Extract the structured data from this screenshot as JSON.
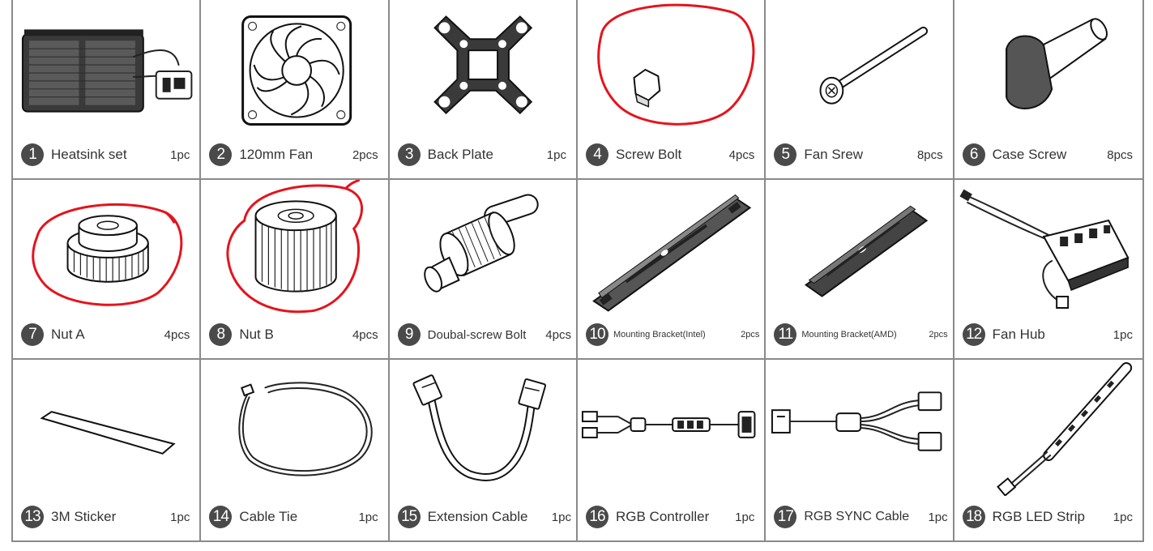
{
  "parts": [
    {
      "num": "1",
      "name": "Heatsink set",
      "qty": "1pc",
      "icon": "heatsink-icon"
    },
    {
      "num": "2",
      "name": "120mm Fan",
      "qty": "2pcs",
      "icon": "fan-icon"
    },
    {
      "num": "3",
      "name": "Back Plate",
      "qty": "1pc",
      "icon": "back-plate-icon"
    },
    {
      "num": "4",
      "name": "Screw Bolt",
      "qty": "4pcs",
      "icon": "screw-bolt-icon",
      "circled": true
    },
    {
      "num": "5",
      "name": "Fan Srew",
      "qty": "8pcs",
      "icon": "fan-screw-icon"
    },
    {
      "num": "6",
      "name": "Case Screw",
      "qty": "8pcs",
      "icon": "case-screw-icon"
    },
    {
      "num": "7",
      "name": "Nut A",
      "qty": "4pcs",
      "icon": "nut-a-icon",
      "circled": true
    },
    {
      "num": "8",
      "name": "Nut B",
      "qty": "4pcs",
      "icon": "nut-b-icon",
      "circled": true
    },
    {
      "num": "9",
      "name": "Doubal-screw Bolt",
      "qty": "4pcs",
      "icon": "double-screw-bolt-icon"
    },
    {
      "num": "10",
      "name": "Mounting Bracket(Intel)",
      "qty": "2pcs",
      "icon": "bracket-intel-icon"
    },
    {
      "num": "11",
      "name": "Mounting Bracket(AMD)",
      "qty": "2pcs",
      "icon": "bracket-amd-icon"
    },
    {
      "num": "12",
      "name": "Fan Hub",
      "qty": "1pc",
      "icon": "fan-hub-icon"
    },
    {
      "num": "13",
      "name": "3M Sticker",
      "qty": "1pc",
      "icon": "sticker-icon"
    },
    {
      "num": "14",
      "name": "Cable Tie",
      "qty": "1pc",
      "icon": "cable-tie-icon"
    },
    {
      "num": "15",
      "name": "Extension Cable",
      "qty": "1pc",
      "icon": "extension-cable-icon"
    },
    {
      "num": "16",
      "name": "RGB Controller",
      "qty": "1pc",
      "icon": "rgb-controller-icon"
    },
    {
      "num": "17",
      "name": "RGB SYNC Cable",
      "qty": "1pc",
      "icon": "rgb-sync-cable-icon"
    },
    {
      "num": "18",
      "name": "RGB LED Strip",
      "qty": "1pc",
      "icon": "led-strip-icon"
    }
  ],
  "colors": {
    "border": "#8a8a8a",
    "badge": "#4a4a4a",
    "annotation": "#e5131c"
  }
}
